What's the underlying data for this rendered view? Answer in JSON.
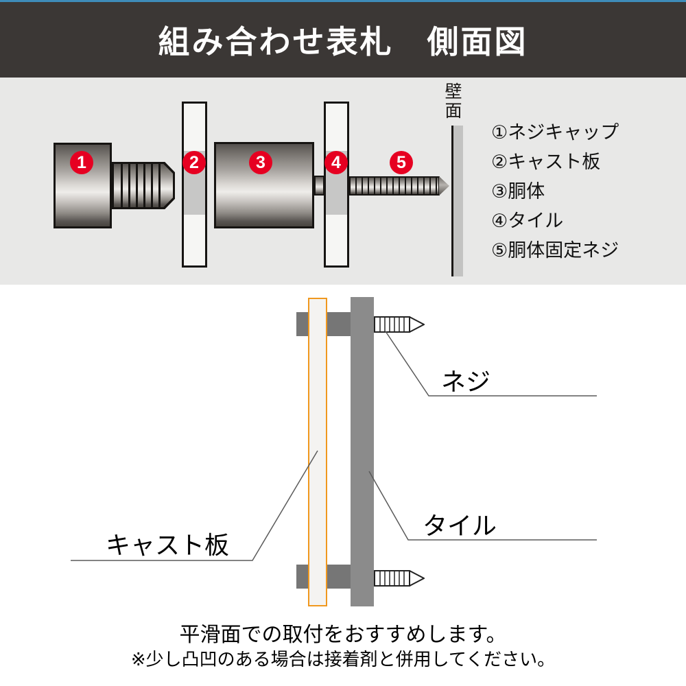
{
  "header": {
    "title": "組み合わせ表札　側面図"
  },
  "colors": {
    "top_accent_blue": "#3e8cba",
    "header_bg": "#3b3735",
    "band_bg": "#e8e8e7",
    "marker_red": "#e60021",
    "cast_plate_orange": "#f0981e",
    "tile_gray": "#8b8b8b",
    "standoff_gray": "#767676"
  },
  "exploded_view": {
    "wall_label": "壁面",
    "markers": [
      {
        "num": "1"
      },
      {
        "num": "2"
      },
      {
        "num": "3"
      },
      {
        "num": "4"
      },
      {
        "num": "5"
      }
    ],
    "legend": [
      "①ネジキャップ",
      "②キャスト板",
      "③胴体",
      "④タイル",
      "⑤胴体固定ネジ"
    ]
  },
  "assembled_view": {
    "labels": {
      "screw": "ネジ",
      "tile": "タイル",
      "cast_plate": "キャスト板"
    }
  },
  "notes": {
    "line1": "平滑面での取付をおすすめします。",
    "line2": "※少し凸凹のある場合は接着剤と併用してください。"
  }
}
